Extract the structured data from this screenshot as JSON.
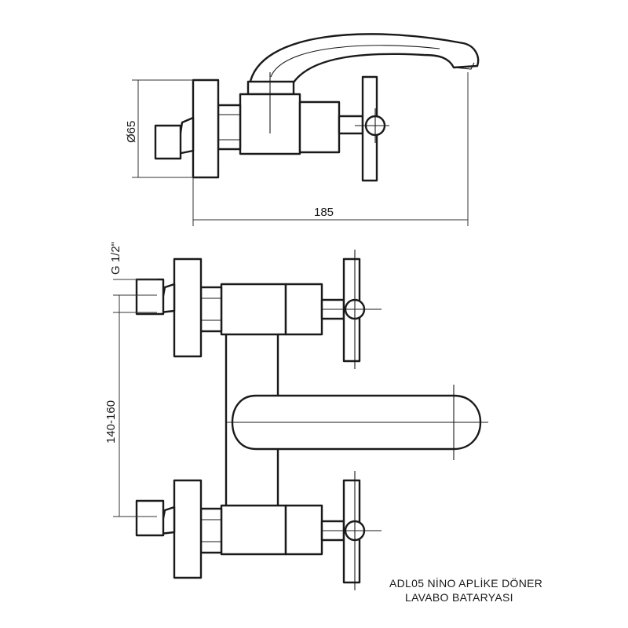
{
  "dimensions": {
    "diameter": "Ø65",
    "width": "185",
    "thread": "G 1/2\"",
    "spacing": "140-160"
  },
  "caption": {
    "line1": "ADL05 NİNO APLİKE DÖNER",
    "line2": "LAVABO BATARYASI"
  }
}
